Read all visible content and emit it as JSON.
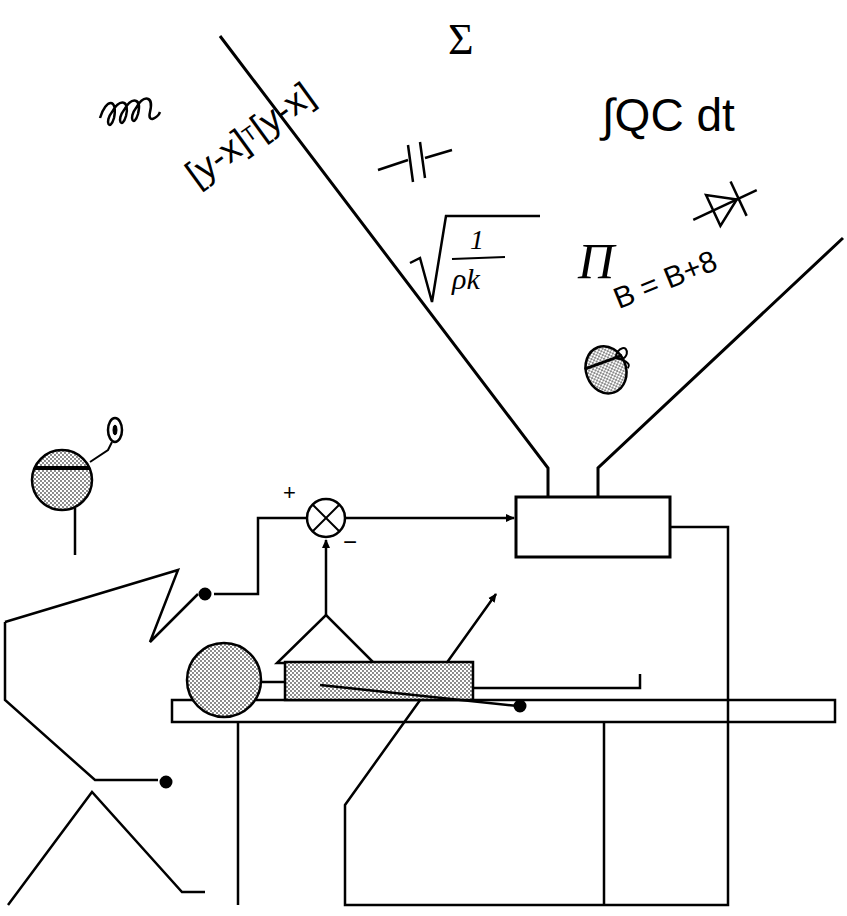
{
  "diagram": {
    "labels": [
      "+",
      "−",
      "[y-x]",
      "T",
      "[y-x]",
      "Σ",
      "∫QC dt",
      "1",
      "ρk",
      "Π",
      "B = B+8"
    ]
  }
}
